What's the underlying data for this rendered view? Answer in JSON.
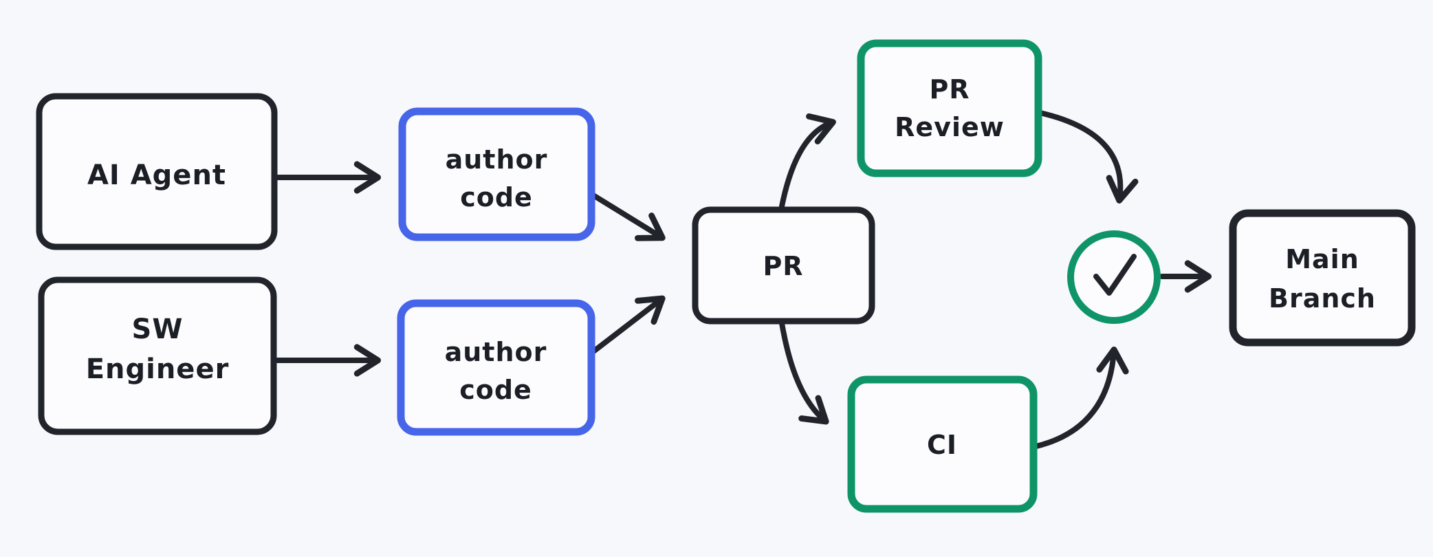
{
  "diagram": {
    "title": "PR workflow diagram",
    "colors": {
      "background": "#f7f8fc",
      "stroke_dark": "#22242c",
      "stroke_blue": "#4665e8",
      "stroke_green": "#0e9467",
      "text": "#1c1e26"
    },
    "nodes": {
      "ai_agent": {
        "label": "AI Agent",
        "border": "dark"
      },
      "sw_engineer": {
        "line1": "SW",
        "line2": "Engineer",
        "border": "dark"
      },
      "author_code_top": {
        "line1": "author",
        "line2": "code",
        "border": "blue"
      },
      "author_code_bottom": {
        "line1": "author",
        "line2": "code",
        "border": "blue"
      },
      "pr": {
        "label": "PR",
        "border": "dark"
      },
      "pr_review": {
        "line1": "PR",
        "line2": "Review",
        "border": "green"
      },
      "ci": {
        "label": "CI",
        "border": "green"
      },
      "check": {
        "icon": "checkmark",
        "border": "green"
      },
      "main_branch": {
        "line1": "Main",
        "line2": "Branch",
        "border": "dark"
      }
    },
    "edges": [
      {
        "from": "ai_agent",
        "to": "author_code_top"
      },
      {
        "from": "sw_engineer",
        "to": "author_code_bottom"
      },
      {
        "from": "author_code_top",
        "to": "pr"
      },
      {
        "from": "author_code_bottom",
        "to": "pr"
      },
      {
        "from": "pr",
        "to": "pr_review"
      },
      {
        "from": "pr",
        "to": "ci"
      },
      {
        "from": "pr_review",
        "to": "check"
      },
      {
        "from": "ci",
        "to": "check"
      },
      {
        "from": "check",
        "to": "main_branch"
      }
    ]
  }
}
